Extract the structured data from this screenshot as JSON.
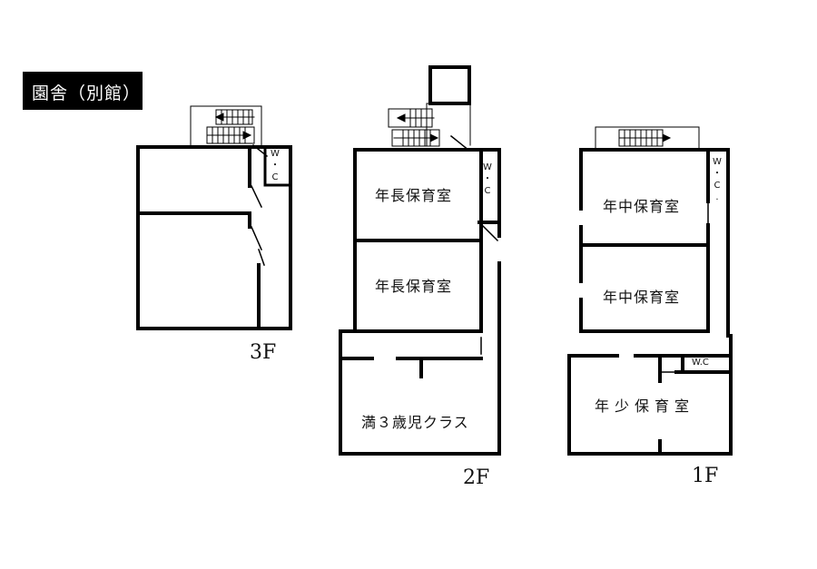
{
  "title": "園舎（別館）",
  "floors": {
    "f3": {
      "label": "3F"
    },
    "f2": {
      "label": "2F",
      "rooms": [
        "年長保育室",
        "年長保育室",
        "満３歳児クラス"
      ]
    },
    "f1": {
      "label": "1F",
      "rooms": [
        "年中保育室",
        "年中保育室",
        "年少保育室"
      ]
    }
  },
  "wc": {
    "line1": "W",
    "dot": "・",
    "line2": "C",
    "dot2": ".",
    "horizontal": "W.C"
  },
  "colors": {
    "wall": "#000000",
    "background": "#ffffff"
  }
}
